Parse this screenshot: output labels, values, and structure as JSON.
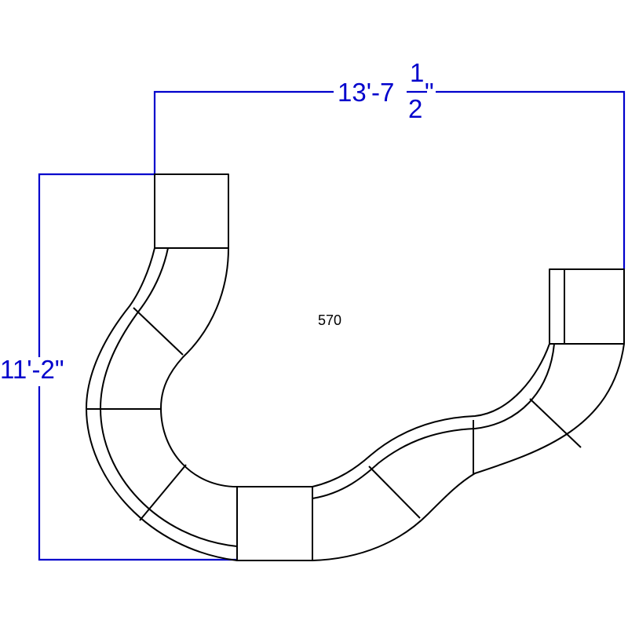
{
  "diagram": {
    "model_label": "570",
    "width_dimension": {
      "whole": "13'-7",
      "fraction_numerator": "1",
      "fraction_denominator": "2",
      "inch_mark": "\""
    },
    "depth_dimension": "11'-2\"",
    "dimension_color": "#0000cc",
    "outline_color": "#000000"
  }
}
